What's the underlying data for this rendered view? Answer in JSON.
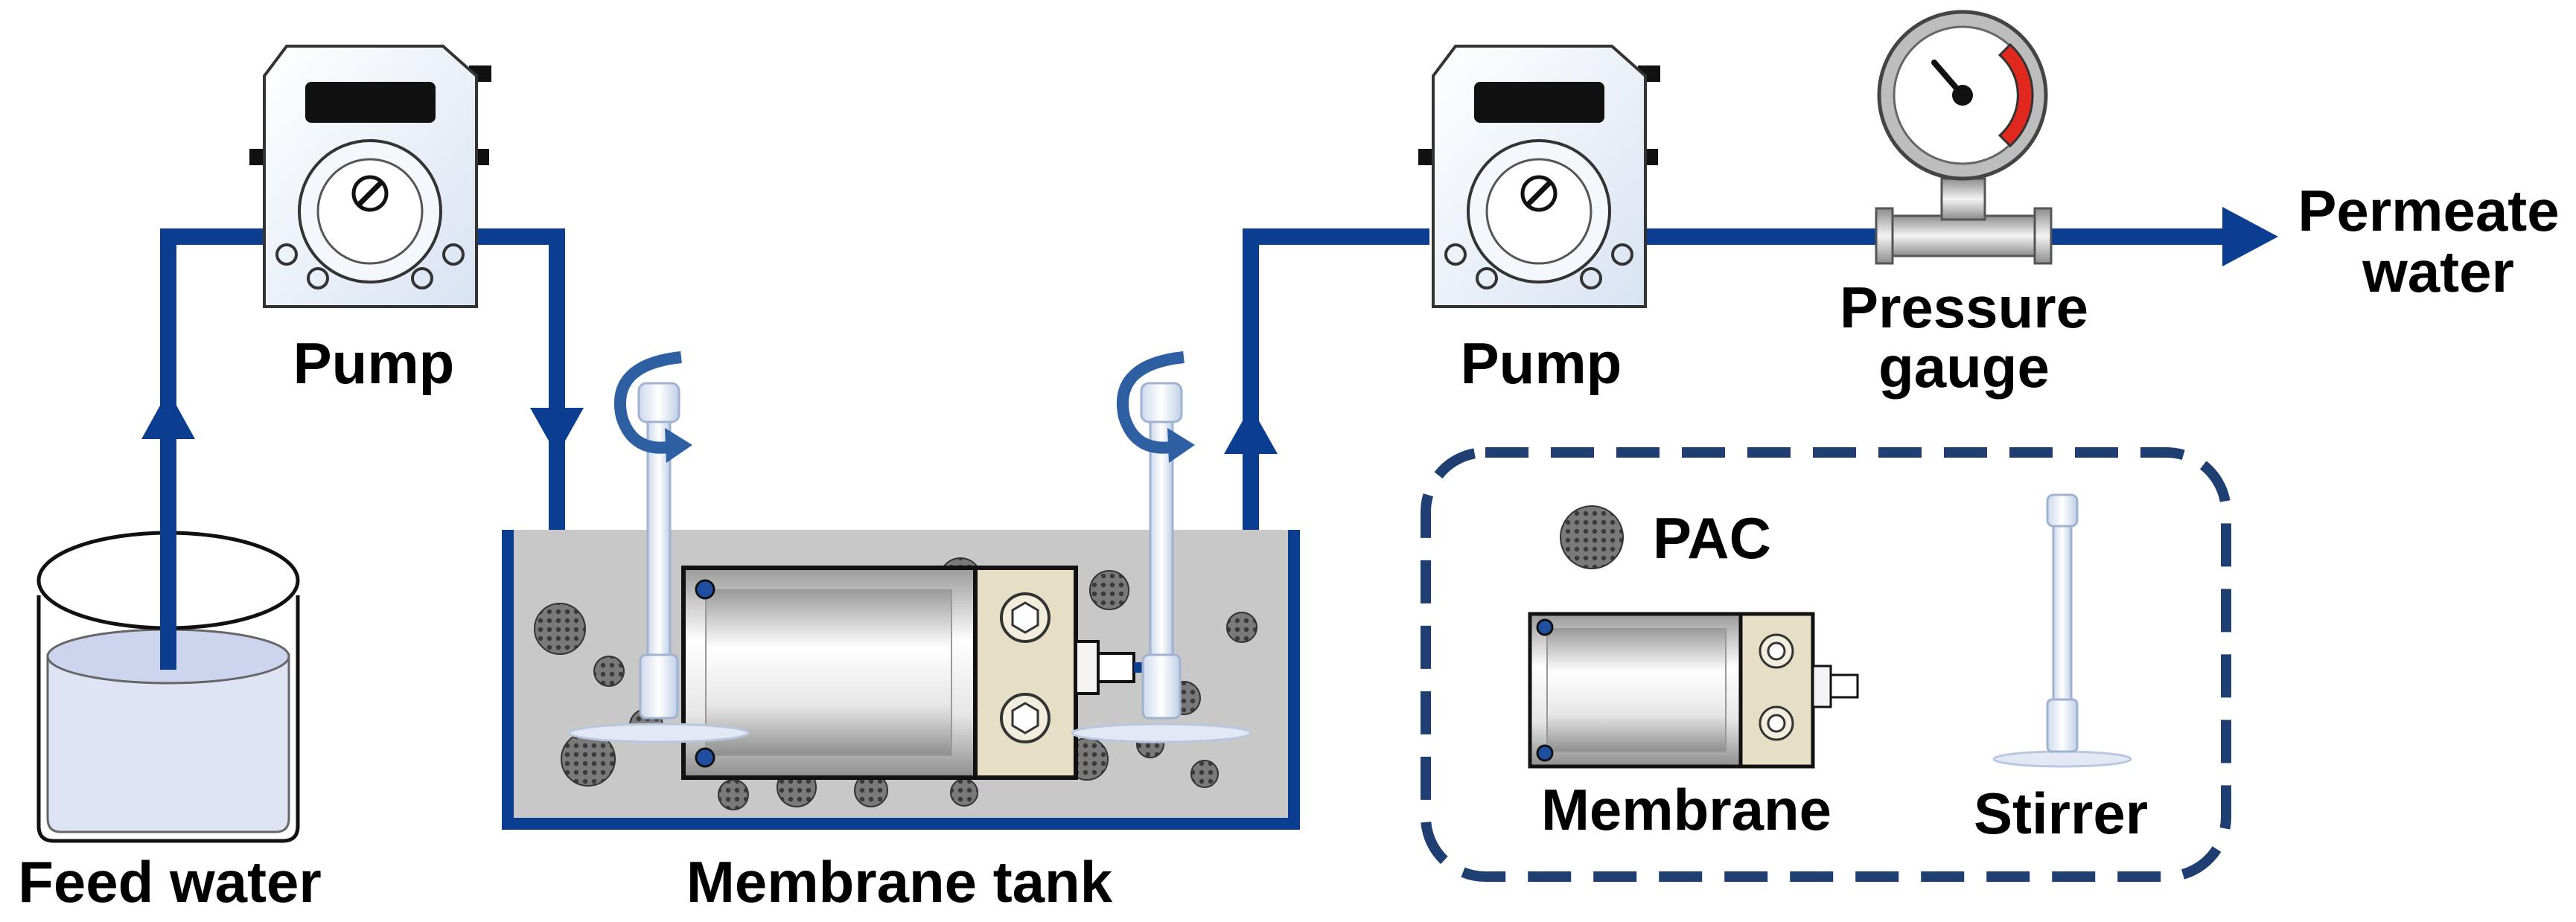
{
  "labels": {
    "pump_left": "Pump",
    "pump_right": "Pump",
    "feed_water": "Feed water",
    "membrane_tank": "Membrane tank",
    "pressure_gauge_line1": "Pressure",
    "pressure_gauge_line2": "gauge",
    "permeate_line1": "Permeate",
    "permeate_line2": "water"
  },
  "legend": {
    "pac": "PAC",
    "membrane": "Membrane",
    "stirrer": "Stirrer"
  },
  "colors": {
    "pipe": "#0b3d91",
    "legend_border": "#1f3f73",
    "tank_fill": "#c8c8c8",
    "water_fill": "#dfe4f5",
    "gauge_red": "#e0281e"
  }
}
